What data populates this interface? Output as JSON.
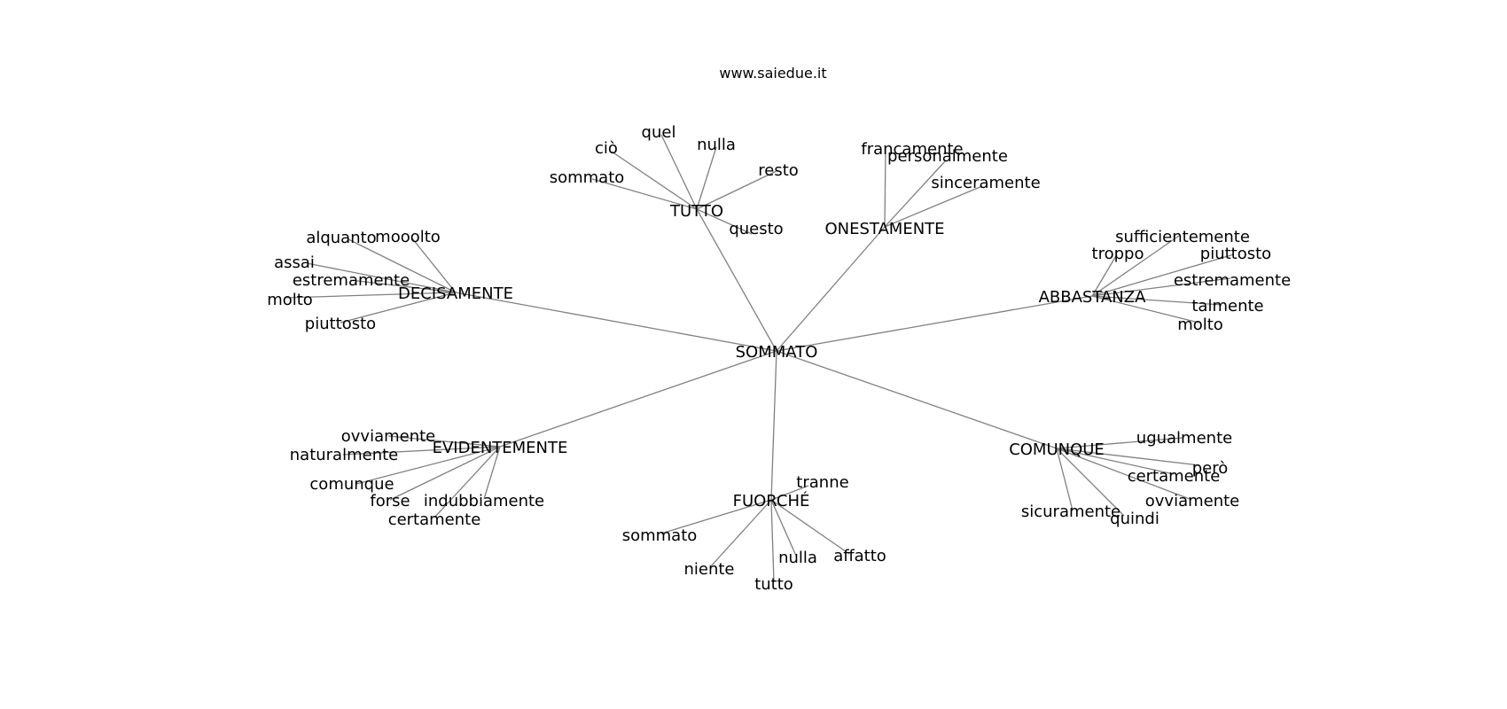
{
  "header": {
    "site": "www.saiedue.it"
  },
  "graph": {
    "root": "SOMMATO",
    "hubs": [
      {
        "label": "TUTTO",
        "leaves": [
          "ciò",
          "quel",
          "nulla",
          "resto",
          "sommato",
          "questo"
        ]
      },
      {
        "label": "ONESTAMENTE",
        "leaves": [
          "francamente",
          "personalmente",
          "sinceramente"
        ]
      },
      {
        "label": "DECISAMENTE",
        "leaves": [
          "alquanto",
          "mooolto",
          "assai",
          "estremamente",
          "molto",
          "piuttosto"
        ]
      },
      {
        "label": "ABBASTANZA",
        "leaves": [
          "sufficientemente",
          "troppo",
          "piuttosto",
          "estremamente",
          "talmente",
          "molto"
        ]
      },
      {
        "label": "EVIDENTEMENTE",
        "leaves": [
          "ovviamente",
          "naturalmente",
          "comunque",
          "forse",
          "indubbiamente",
          "certamente"
        ]
      },
      {
        "label": "FUORCHÉ",
        "leaves": [
          "tranne",
          "sommato",
          "niente",
          "nulla",
          "tutto",
          "affatto"
        ]
      },
      {
        "label": "COMUNQUE",
        "leaves": [
          "ugualmente",
          "però",
          "certamente",
          "ovviamente",
          "sicuramente",
          "quindi"
        ]
      }
    ]
  }
}
